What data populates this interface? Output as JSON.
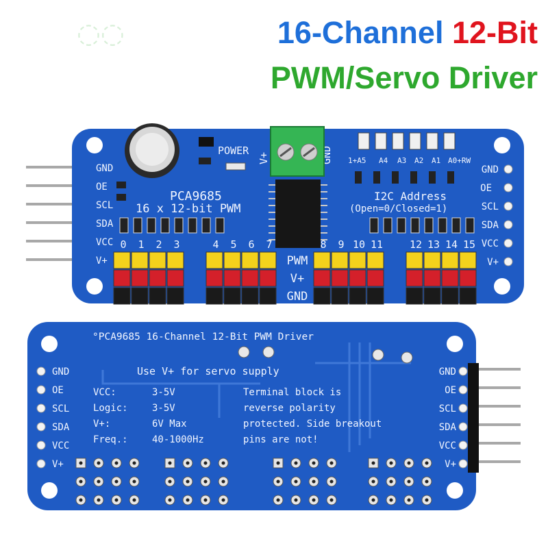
{
  "colors": {
    "blue": "#1e6fd9",
    "red": "#e0141e",
    "green": "#2ea82e",
    "board": "#1f5bc4",
    "silk": "#f2f6ff"
  },
  "title": {
    "line1_part1": "16-Channel",
    "line1_part2": "12-Bit",
    "line2": "PWM/Servo Driver"
  },
  "front": {
    "power": "POWER",
    "vplus_term": "V+",
    "gnd_term": "GND",
    "chip": "PCA9685",
    "subtitle": "16 x 12-bit PWM",
    "addr_labels": [
      "1+A5",
      "A4",
      "A3",
      "A2",
      "A1",
      "A0+RW"
    ],
    "i2c_title": "I2C Address",
    "i2c_note": "(Open=0/Closed=1)",
    "left_pins": [
      "GND",
      "OE",
      "SCL",
      "SDA",
      "VCC",
      "V+"
    ],
    "right_pins": [
      "GND",
      "OE",
      "SCL",
      "SDA",
      "VCC",
      "V+"
    ],
    "channels": [
      "0",
      "1",
      "2",
      "3",
      "4",
      "5",
      "6",
      "7",
      "8",
      "9",
      "10",
      "11",
      "12",
      "13",
      "14",
      "15"
    ],
    "mid_labels": [
      "PWM",
      "V+",
      "GND"
    ]
  },
  "back": {
    "title": "°PCA9685 16-Channel 12-Bit PWM Driver",
    "supply": "Use V+ for servo supply",
    "specs": [
      {
        "k": "VCC:",
        "v": "3-5V"
      },
      {
        "k": "Logic:",
        "v": "3-5V"
      },
      {
        "k": "V+:",
        "v": "6V Max"
      },
      {
        "k": "Freq.:",
        "v": "40-1000Hz"
      }
    ],
    "note": [
      "Terminal block is",
      "reverse polarity",
      "protected. Side breakout",
      "pins are not!"
    ],
    "left_pins": [
      "GND",
      "OE",
      "SCL",
      "SDA",
      "VCC",
      "V+"
    ],
    "right_pins": [
      "GND",
      "OE",
      "SCL",
      "SDA",
      "VCC",
      "V+"
    ]
  }
}
